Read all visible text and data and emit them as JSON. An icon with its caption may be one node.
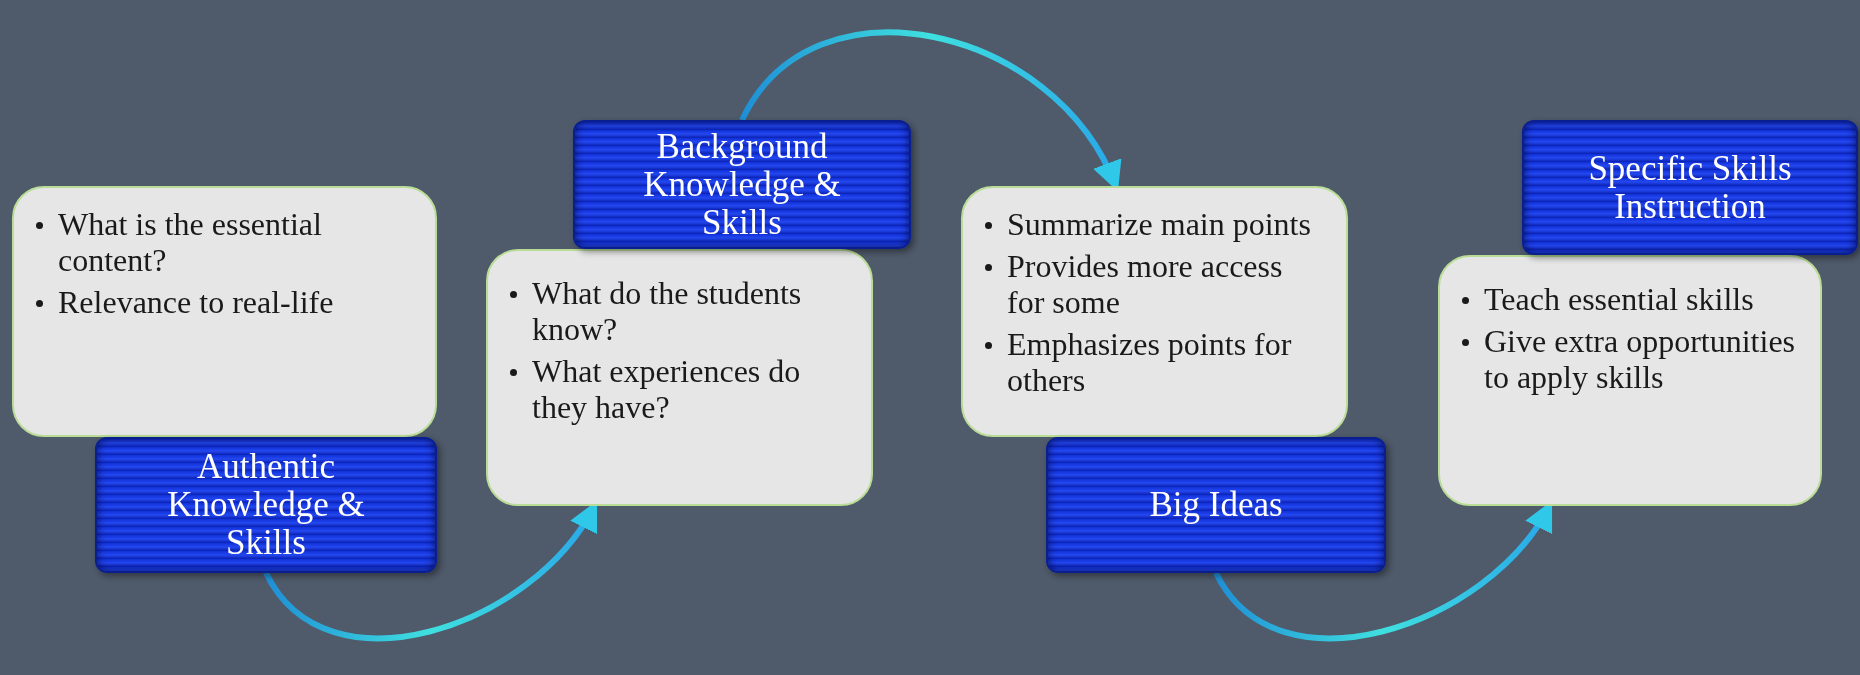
{
  "diagram": {
    "nodes": [
      {
        "text": [
          "What is the essential content?",
          "Relevance to real-life"
        ]
      },
      {
        "text": [
          "Authentic Knowledge & Skills"
        ]
      },
      {
        "text": [
          "What do the students know?",
          "What experiences do they have?"
        ]
      },
      {
        "text": [
          "Background Knowledge & Skills"
        ]
      },
      {
        "text": [
          "Summarize main points",
          "Provides more access for some",
          "Emphasizes points for others"
        ]
      },
      {
        "text": [
          "Big Ideas"
        ]
      },
      {
        "text": [
          "Teach essential skills",
          "Give extra opportunities to apply skills"
        ]
      },
      {
        "text": [
          "Specific Skills Instruction"
        ]
      }
    ],
    "edges": [
      {
        "from": 1,
        "to": 2,
        "arrow": "to"
      },
      {
        "from": 3,
        "to": 4,
        "arrow": "to"
      },
      {
        "from": 5,
        "to": 6,
        "arrow": "to"
      }
    ]
  }
}
